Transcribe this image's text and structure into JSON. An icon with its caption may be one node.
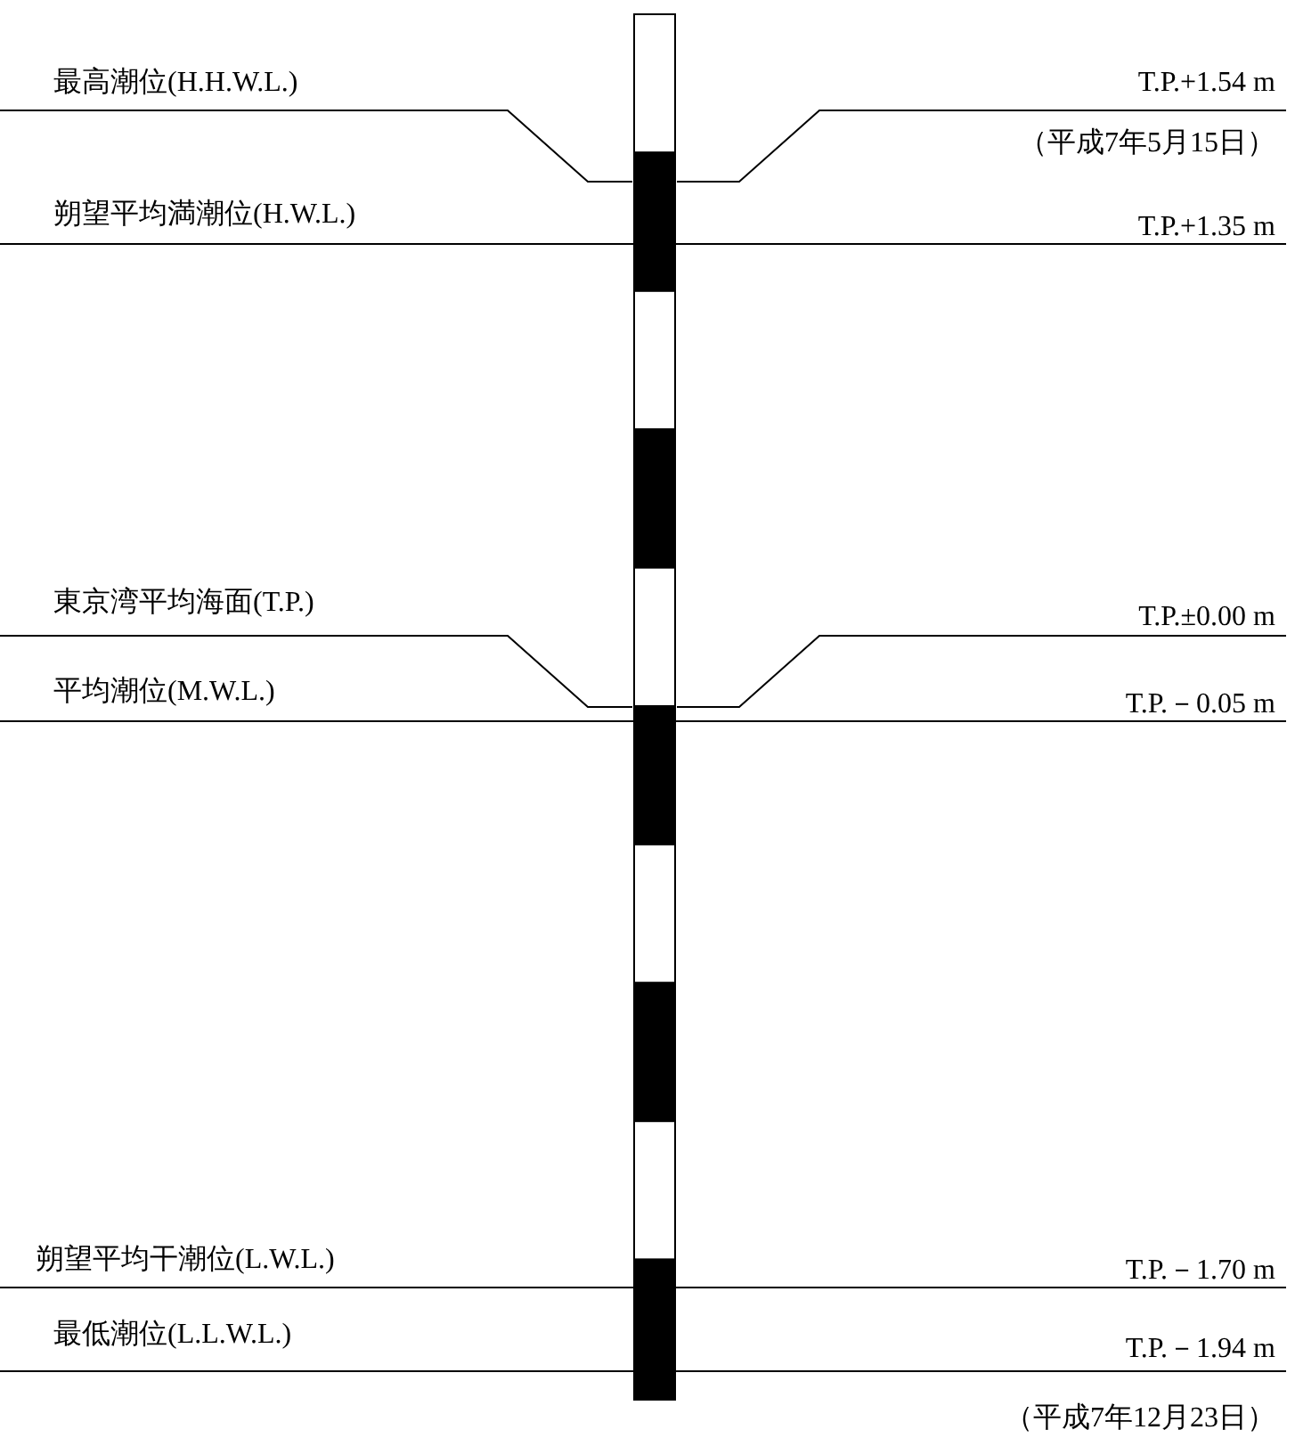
{
  "diagram": {
    "labels": [
      "最高潮位(H.H.W.L.)",
      "T.P.+1.54 m",
      "（平成7年5月15日）",
      "朔望平均満潮位(H.W.L.)",
      "T.P.+1.35 m",
      "東京湾平均海面(T.P.)",
      "T.P.±0.00 m",
      "平均潮位(M.W.L.)",
      "T.P.－0.05 m",
      "朔望平均干潮位(L.W.L.)",
      "T.P.－1.70 m",
      "最低潮位(L.L.W.L.)",
      "T.P.－1.94 m",
      "（平成7年12月23日）"
    ]
  }
}
